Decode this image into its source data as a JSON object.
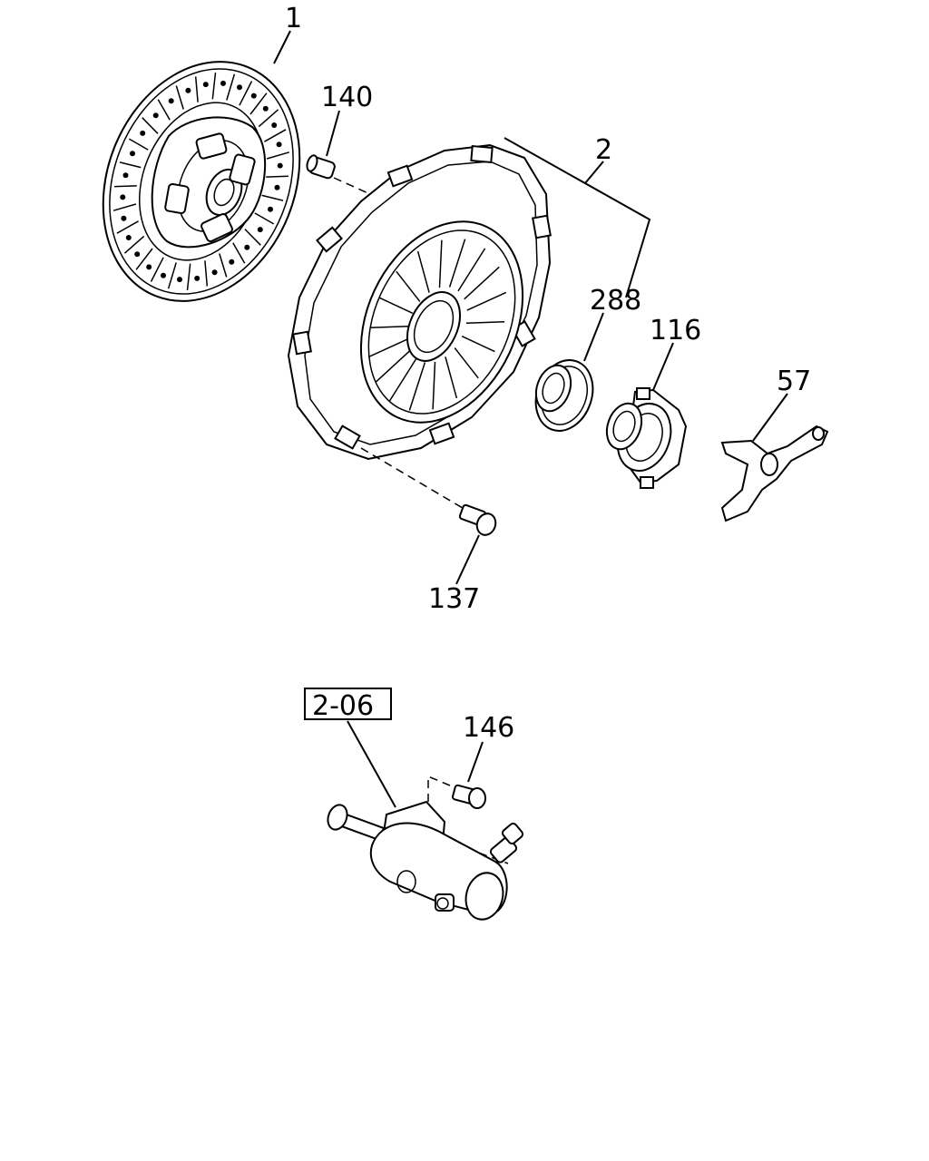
{
  "diagram": {
    "callouts": {
      "p1": "1",
      "p140": "140",
      "p2": "2",
      "p288": "288",
      "p116": "116",
      "p57": "57",
      "p137": "137",
      "p146": "146",
      "ref_box": "2-06"
    }
  }
}
